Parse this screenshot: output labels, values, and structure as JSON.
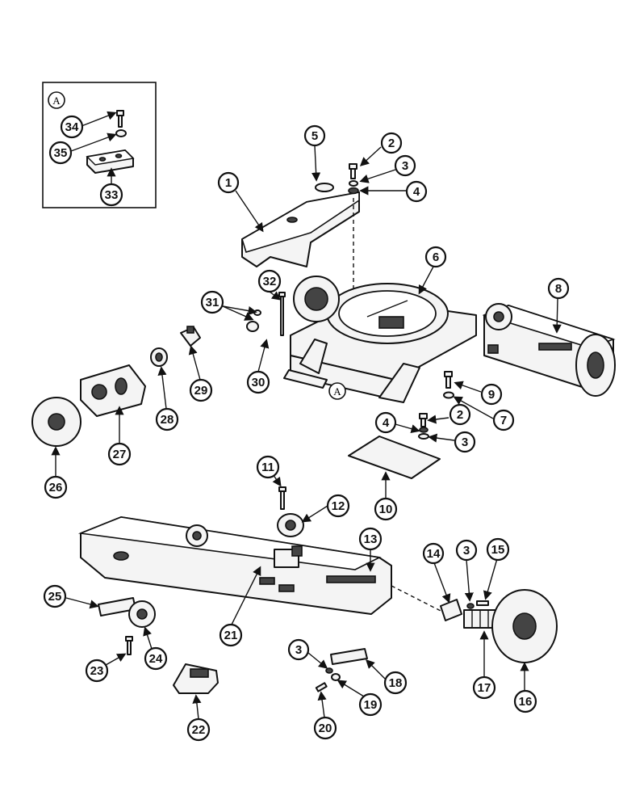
{
  "detail_label": "A",
  "base_label": "A",
  "callouts": {
    "c1": "1",
    "c2": "2",
    "c3": "3",
    "c4": "4",
    "c5": "5",
    "c6": "6",
    "c7": "7",
    "c8": "8",
    "c9": "9",
    "c10": "10",
    "c11": "11",
    "c12": "12",
    "c13": "13",
    "c14": "14",
    "c15": "15",
    "c16": "16",
    "c17": "17",
    "c18": "18",
    "c19": "19",
    "c20": "20",
    "c21": "21",
    "c22": "22",
    "c23": "23",
    "c24": "24",
    "c25": "25",
    "c26": "26",
    "c27": "27",
    "c28": "28",
    "c29": "29",
    "c30": "30",
    "c31": "31",
    "c32": "32",
    "c33": "33",
    "c34": "34",
    "c35": "35",
    "c2b": "2",
    "c3b": "3",
    "c3c": "3",
    "c3d": "3",
    "c4b": "4"
  }
}
